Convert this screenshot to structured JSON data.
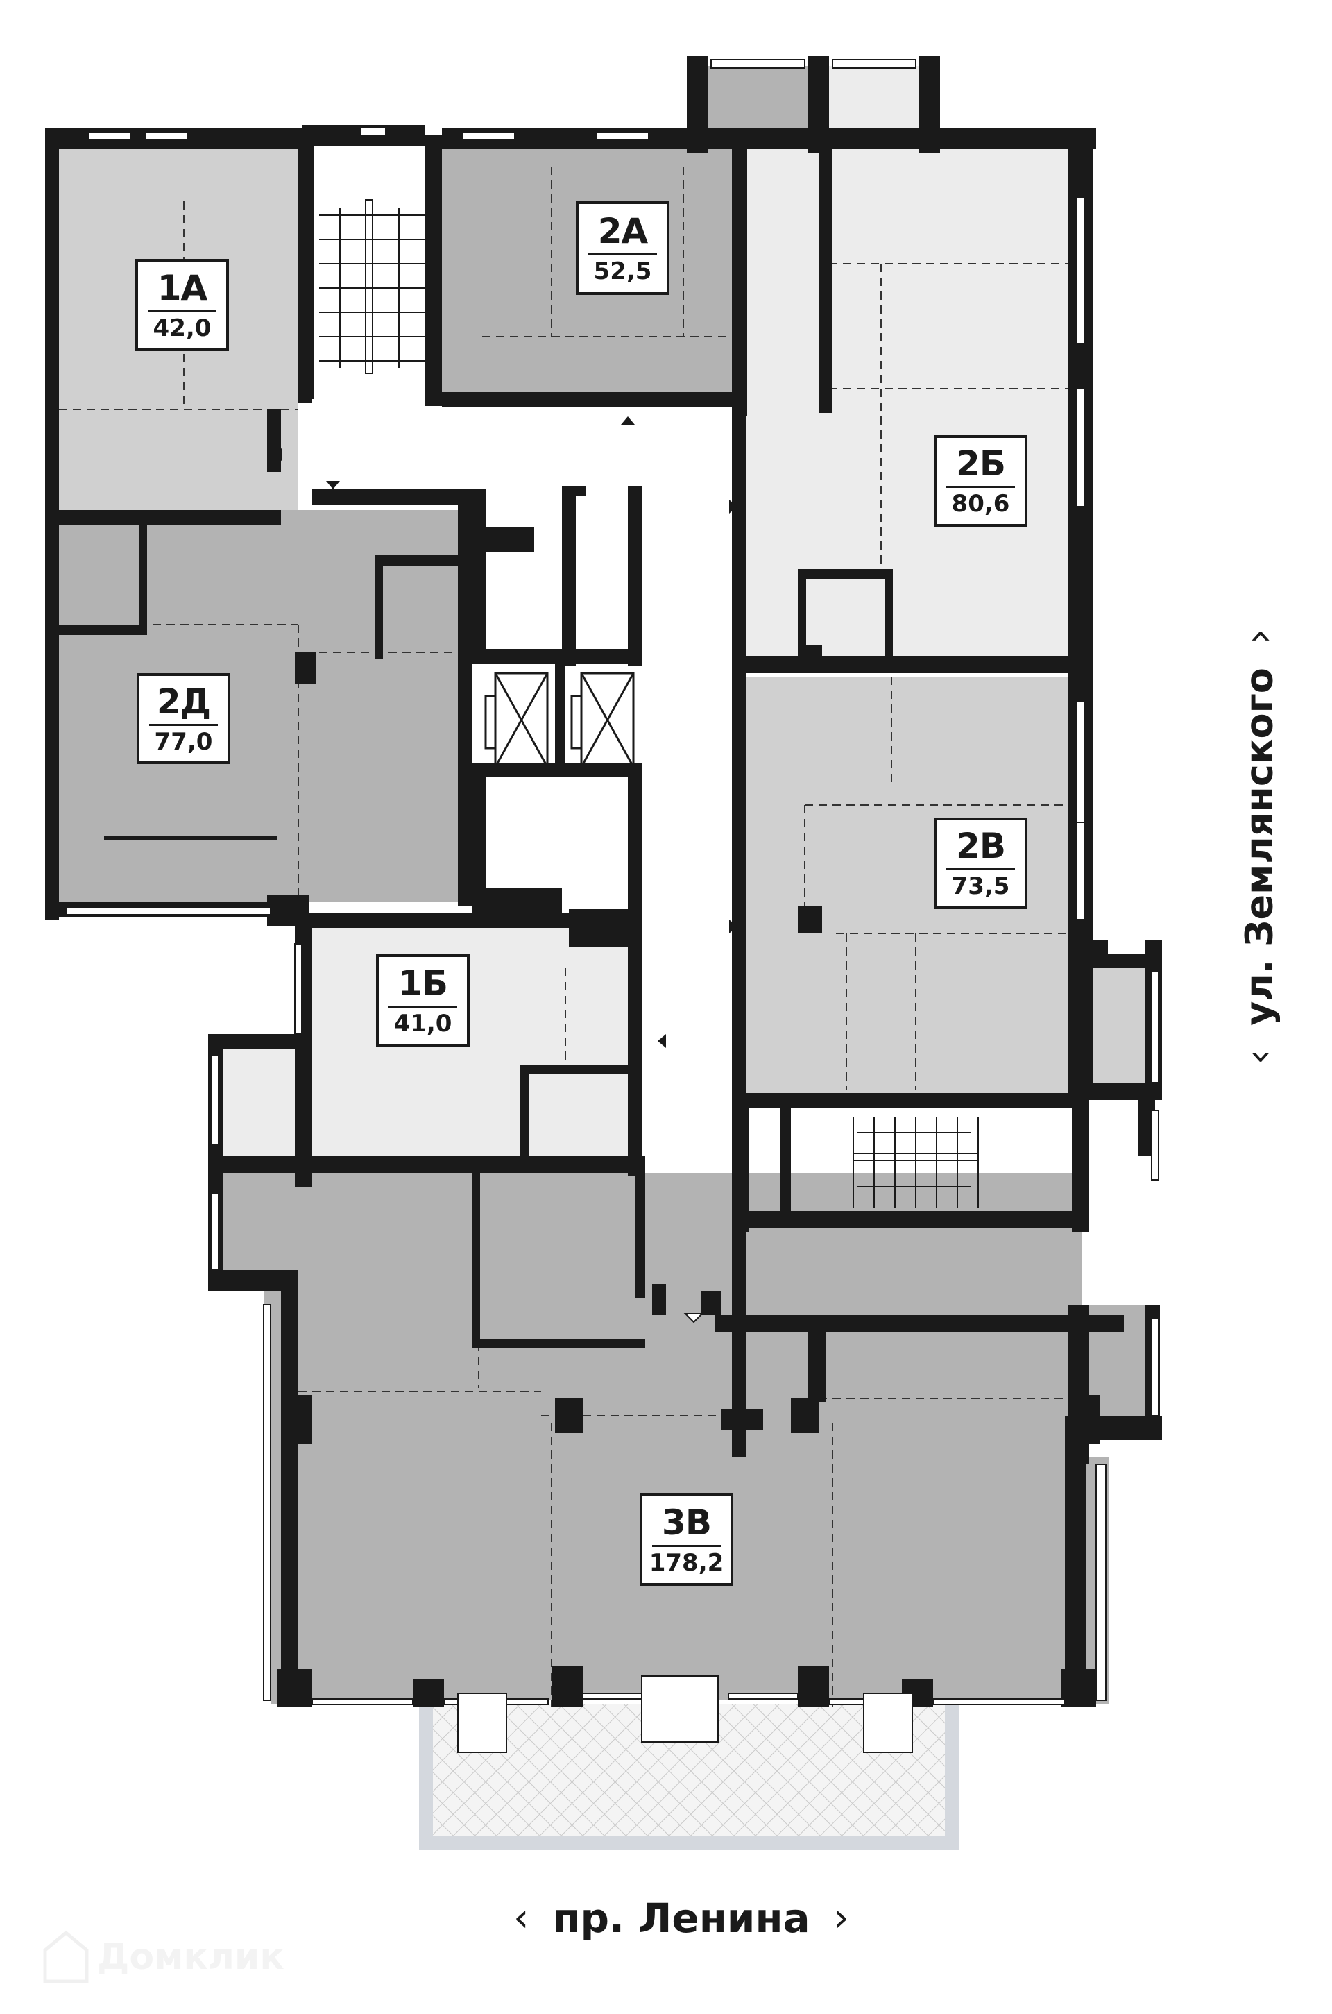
{
  "plan": {
    "colors": {
      "wall": "#1a1a1a",
      "unit_dark": "#b3b3b3",
      "unit_medium": "#d0d0d0",
      "unit_light": "#ececec",
      "common_area": "#ffffff",
      "terrace_border": "#d4d8de",
      "terrace_hatch": "#c9c9c9"
    },
    "units": [
      {
        "code": "1А",
        "area": "42,0",
        "shade": "medium"
      },
      {
        "code": "2А",
        "area": "52,5",
        "shade": "dark"
      },
      {
        "code": "2Б",
        "area": "80,6",
        "shade": "light"
      },
      {
        "code": "2Д",
        "area": "77,0",
        "shade": "dark"
      },
      {
        "code": "2В",
        "area": "73,5",
        "shade": "medium"
      },
      {
        "code": "1Б",
        "area": "41,0",
        "shade": "light"
      },
      {
        "code": "3В",
        "area": "178,2",
        "shade": "dark"
      }
    ]
  },
  "streets": {
    "bottom": {
      "name": "пр. Ленина",
      "left_chevron": "‹",
      "right_chevron": "›"
    },
    "right": {
      "name": "ул. Землянского",
      "left_chevron": "‹",
      "right_chevron": "›"
    }
  },
  "watermark": {
    "text": "Домклик"
  }
}
